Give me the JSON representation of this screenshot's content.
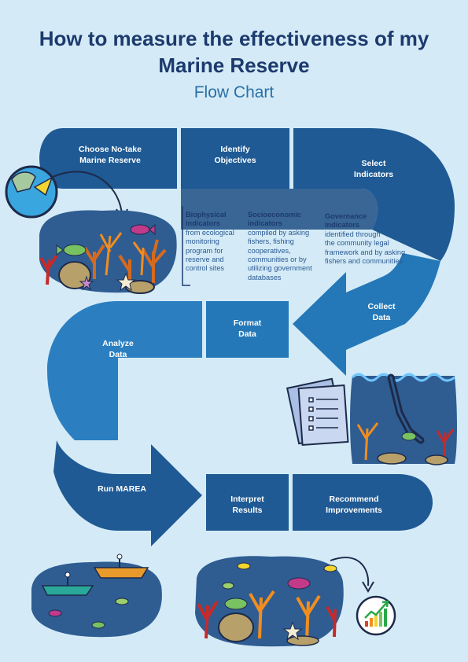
{
  "header": {
    "title_line1": "How to measure the effectiveness of my",
    "title_line2": "Marine Reserve",
    "subtitle": "Flow Chart"
  },
  "steps": {
    "choose": "Choose  No-take\nMarine Reserve",
    "identify": "Identify\nObjectives",
    "select": "Select\nIndicators",
    "collect": "Collect\nData",
    "format": "Format\nData",
    "analyze": "Analyze\nData",
    "run": "Run MAREA",
    "interpret": "Interpret\nResults",
    "recommend": "Recommend\nImprovements"
  },
  "indicators": {
    "biophysical": {
      "heading": "Biophysical\nindicators",
      "text": "from ecological\nmonitoring\nprogram for\nreserve and\ncontrol sites"
    },
    "socioeconomic": {
      "heading": "Socioeconomic\nindicators",
      "text": "compiled by asking\nfishers, fishing\ncooperatives,\ncommunities or by\nutilizing government\ndatabases"
    },
    "governance": {
      "heading": "Governance\nindicators",
      "text": "identified through\nthe community legal\nframework  and by asking\nfishers and communities"
    }
  },
  "colors": {
    "background": "#d4ebf7",
    "dark_band": "#1f5a94",
    "mid_band": "#2a79bd",
    "scene_water": "#2f5d92",
    "title": "#1d3a6e"
  }
}
